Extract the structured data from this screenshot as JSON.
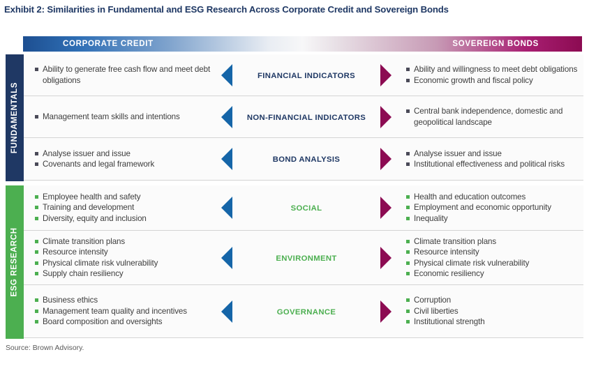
{
  "title": "Exhibit 2: Similarities in Fundamental and ESG Research Across Corporate Credit and Sovereign Bonds",
  "header": {
    "left_label": "CORPORATE CREDIT",
    "right_label": "SOVEREIGN BONDS",
    "gradient_left_color": "#1d4f91",
    "gradient_right_color": "#8c0b52"
  },
  "colors": {
    "navy": "#1F3864",
    "green": "#4CAF50",
    "blue_arrow": "#1565A8",
    "magenta_arrow": "#8C0B52",
    "title": "#1F3864"
  },
  "sections": [
    {
      "label": "FUNDAMENTALS",
      "label_color": "#1F3864",
      "rows": [
        {
          "center": "FINANCIAL INDICATORS",
          "left_arrow": "left-arrow-icon",
          "right_arrow": "right-arrow-icon",
          "left": [
            "Ability to generate free cash flow and meet debt obligations"
          ],
          "right": [
            "Ability and willingness to meet debt obligations",
            "Economic growth and fiscal policy"
          ]
        },
        {
          "center": "NON-FINANCIAL INDICATORS",
          "left_arrow": "left-arrow-icon",
          "right_arrow": "right-arrow-icon",
          "left": [
            "Management team skills and intentions"
          ],
          "right": [
            "Central bank independence, domestic and geopolitical landscape"
          ]
        },
        {
          "center": "BOND ANALYSIS",
          "left_arrow": "left-arrow-icon",
          "right_arrow": "right-arrow-icon",
          "left": [
            "Analyse issuer and issue",
            "Covenants and legal framework"
          ],
          "right": [
            "Analyse issuer and issue",
            "Institutional effectiveness and political risks"
          ]
        }
      ]
    },
    {
      "label": "ESG RESEARCH",
      "label_color": "#4CAF50",
      "rows": [
        {
          "center": "SOCIAL",
          "left_arrow": "left-arrow-icon",
          "right_arrow": "right-arrow-icon",
          "left": [
            "Employee health and safety",
            "Training and development",
            "Diversity, equity and inclusion"
          ],
          "right": [
            "Health and education outcomes",
            "Employment and economic opportunity",
            "Inequality"
          ]
        },
        {
          "center": "ENVIRONMENT",
          "left_arrow": "left-arrow-icon",
          "right_arrow": "right-arrow-icon",
          "left": [
            "Climate transition plans",
            "Resource intensity",
            "Physical climate risk vulnerability",
            "Supply chain resiliency"
          ],
          "right": [
            "Climate transition plans",
            "Resource intensity",
            "Physical climate risk vulnerability",
            "Economic resiliency"
          ]
        },
        {
          "center": "GOVERNANCE",
          "left_arrow": "left-arrow-icon",
          "right_arrow": "right-arrow-icon",
          "left": [
            "Business ethics",
            "Management team quality and incentives",
            "Board composition and oversights"
          ],
          "right": [
            "Corruption",
            "Civil liberties",
            "Institutional strength"
          ]
        }
      ]
    }
  ],
  "source": "Source: Brown Advisory."
}
